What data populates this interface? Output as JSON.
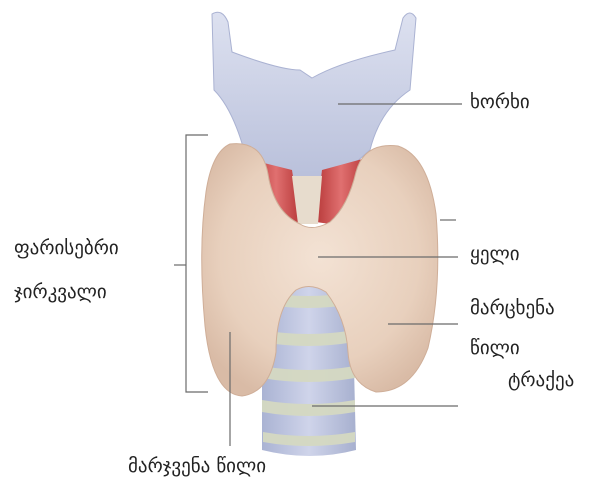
{
  "labels": {
    "larynx": "ხორხი",
    "thyroid_line1": "ფარისებრი",
    "thyroid_line2": "ჯირკვალი",
    "isthmus": "ყელი",
    "left_lobe_line1": "მარცხენა",
    "left_lobe_line2": "წილი",
    "trachea": "ტრაქეა",
    "right_lobe": "მარჯვენა წილი"
  },
  "colors": {
    "thyroid": "#e9d2c0",
    "cartilage": "#c9cee4",
    "trachea_ring": "#d5d9c2",
    "muscle": "#cf4a4a",
    "leader_line": "#6b6b6b",
    "text": "#222222"
  }
}
